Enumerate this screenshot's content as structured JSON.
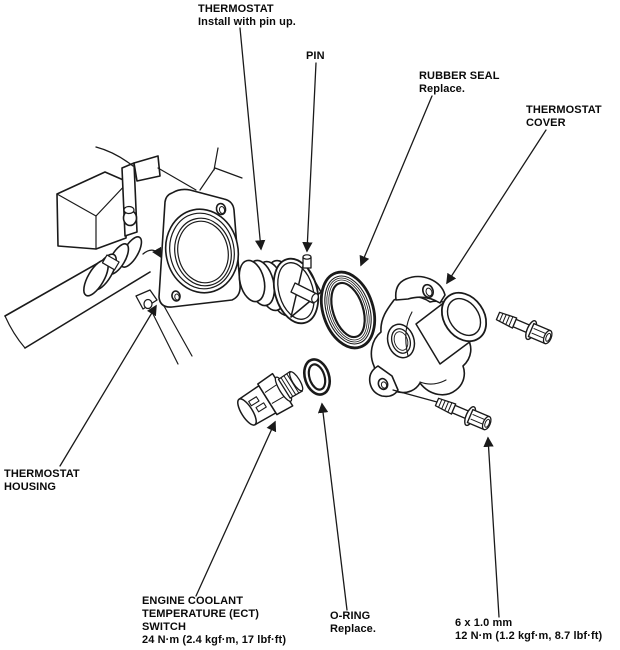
{
  "page": {
    "background": "#ffffff",
    "line_color": "#1a1a1a",
    "text_color": "#0a0a0a"
  },
  "labels": {
    "thermostat": {
      "title": "THERMOSTAT",
      "note": "Install with pin up."
    },
    "pin": {
      "title": "PIN"
    },
    "rubber_seal": {
      "title": "RUBBER SEAL",
      "note": "Replace."
    },
    "thermostat_cover": {
      "line1": "THERMOSTAT",
      "line2": "COVER"
    },
    "thermostat_housing": {
      "line1": "THERMOSTAT",
      "line2": "HOUSING"
    },
    "ect_switch": {
      "line1": "ENGINE COOLANT",
      "line2": "TEMPERATURE (ECT)",
      "line3": "SWITCH",
      "torque": "24 N·m (2.4 kgf·m, 17 lbf·ft)"
    },
    "o_ring": {
      "title": "O-RING",
      "note": "Replace."
    },
    "cover_bolt": {
      "size": "6 x 1.0 mm",
      "torque": "12 N·m (1.2 kgf·m, 8.7 lbf·ft)"
    }
  }
}
